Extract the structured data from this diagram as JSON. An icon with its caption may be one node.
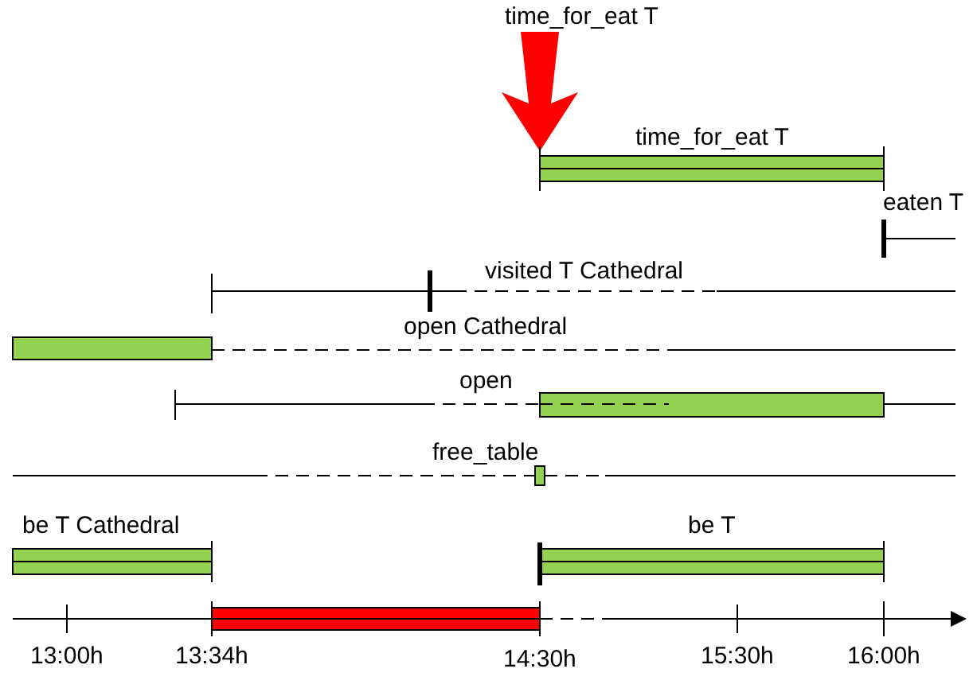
{
  "diagram": {
    "labels": [
      "time_for_eat T",
      "time_for_eat T",
      "eaten T",
      "visited T Cathedral",
      "open Cathedral",
      "open",
      "free_table",
      "be T Cathedral",
      "be T",
      "13:00h",
      "13:34h",
      "14:30h",
      "15:30h",
      "16:00h"
    ]
  }
}
